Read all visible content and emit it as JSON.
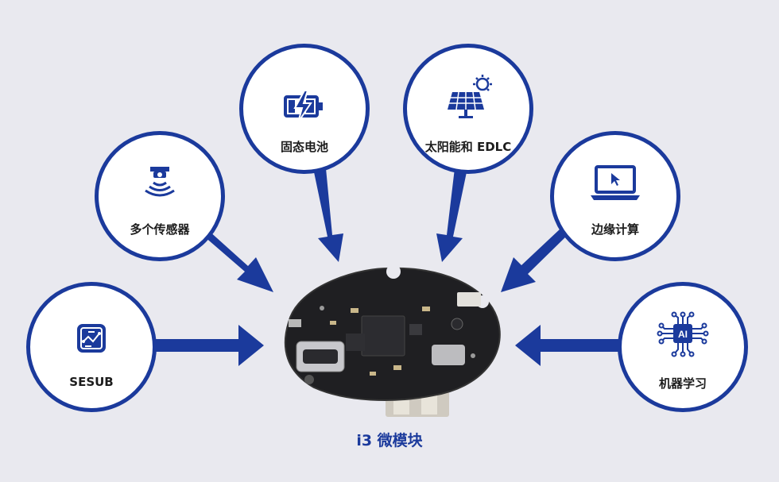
{
  "nodes": {
    "sesub": {
      "label": "SESUB",
      "icon": "chip-circuit-icon"
    },
    "sensors": {
      "label": "多个传感器",
      "icon": "proximity-sensor-icon"
    },
    "battery": {
      "label": "固态电池",
      "icon": "charging-battery-icon"
    },
    "solar": {
      "label": "太阳能和 EDLC",
      "icon": "solar-panel-icon"
    },
    "edge": {
      "label": "边缘计算",
      "icon": "laptop-icon"
    },
    "ml": {
      "label": "机器学习",
      "icon": "ai-chip-icon"
    }
  },
  "center": {
    "label": "i3 微模块",
    "image": "circuit-board"
  },
  "colors": {
    "accent": "#1b3a9c",
    "background": "#e9e9ef",
    "board": "#1f1f22"
  }
}
